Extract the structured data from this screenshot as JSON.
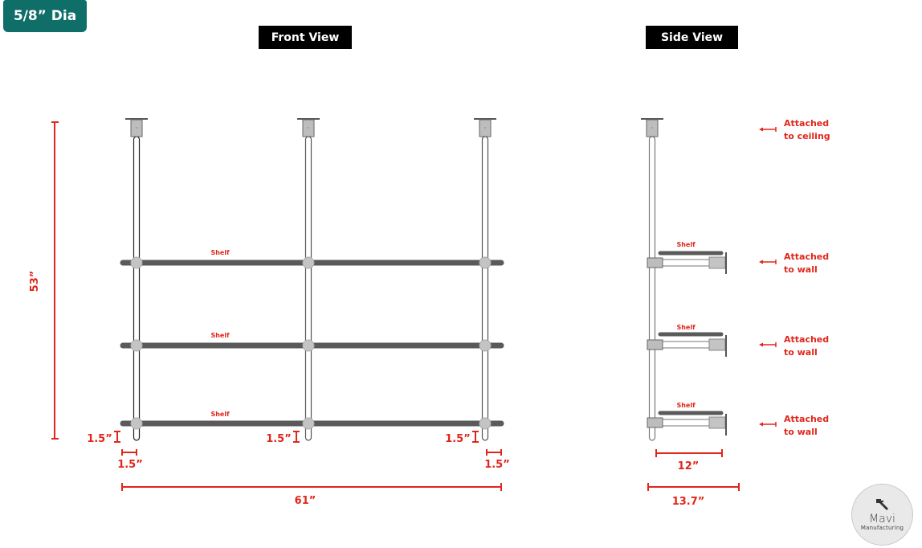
{
  "badge": {
    "label": "5/8” Dia",
    "color": "#0f6e68"
  },
  "front_view": {
    "title": "Front View",
    "shelf_labels": [
      "Shelf",
      "Shelf",
      "Shelf"
    ],
    "dimensions": {
      "height": "53”",
      "width": "61”",
      "bottom_extension_left": "1.5”",
      "bottom_extension_middle": "1.5”",
      "bottom_extension_right": "1.5”",
      "side_overhang_left": "1.5”",
      "side_overhang_right": "1.5”"
    }
  },
  "side_view": {
    "title": "Side View",
    "shelf_labels": [
      "Shelf",
      "Shelf",
      "Shelf"
    ],
    "annotations": {
      "ceiling_line1": "Attached",
      "ceiling_line2": "to ceiling",
      "wall1_line1": "Attached",
      "wall1_line2": "to wall",
      "wall2_line1": "Attached",
      "wall2_line2": "to wall",
      "wall3_line1": "Attached",
      "wall3_line2": "to wall"
    },
    "dimensions": {
      "shelf_depth": "12”",
      "total_depth": "13.7”"
    }
  },
  "logo": {
    "name": "Mavi",
    "subtitle": "Manufacturing",
    "icon": "caliper-icon"
  },
  "colors": {
    "dimension_red": "#e0261b",
    "shelf_gray": "#5a5a5a",
    "fitting_gray": "#bdbdbd",
    "title_bg": "#000000"
  }
}
